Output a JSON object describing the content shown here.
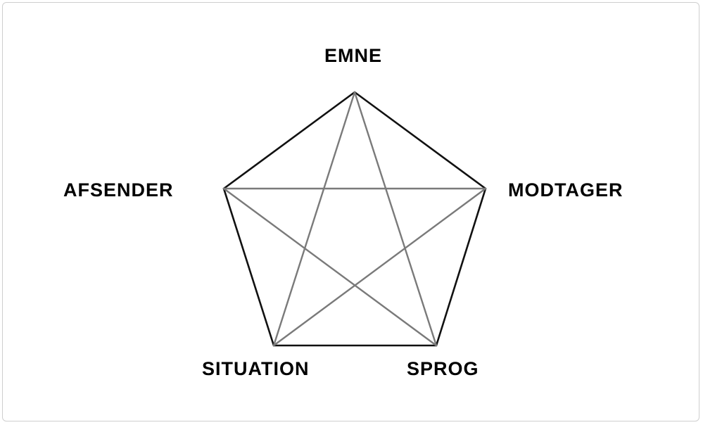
{
  "diagram": {
    "nodes": [
      {
        "id": "emne",
        "label": "EMNE"
      },
      {
        "id": "afsender",
        "label": "AFSENDER"
      },
      {
        "id": "modtager",
        "label": "MODTAGER"
      },
      {
        "id": "situation",
        "label": "SITUATION"
      },
      {
        "id": "sprog",
        "label": "SPROG"
      }
    ],
    "edges": [
      {
        "from": "emne",
        "to": "modtager",
        "kind": "outer"
      },
      {
        "from": "modtager",
        "to": "sprog",
        "kind": "outer"
      },
      {
        "from": "sprog",
        "to": "situation",
        "kind": "outer"
      },
      {
        "from": "situation",
        "to": "afsender",
        "kind": "outer"
      },
      {
        "from": "afsender",
        "to": "emne",
        "kind": "outer"
      },
      {
        "from": "emne",
        "to": "situation",
        "kind": "inner"
      },
      {
        "from": "emne",
        "to": "sprog",
        "kind": "inner"
      },
      {
        "from": "afsender",
        "to": "modtager",
        "kind": "inner"
      },
      {
        "from": "afsender",
        "to": "sprog",
        "kind": "inner"
      },
      {
        "from": "modtager",
        "to": "situation",
        "kind": "inner"
      }
    ],
    "colors": {
      "outer_edge": "#111111",
      "inner_edge": "#7a7a7a",
      "label": "#000000",
      "background": "#ffffff"
    }
  }
}
